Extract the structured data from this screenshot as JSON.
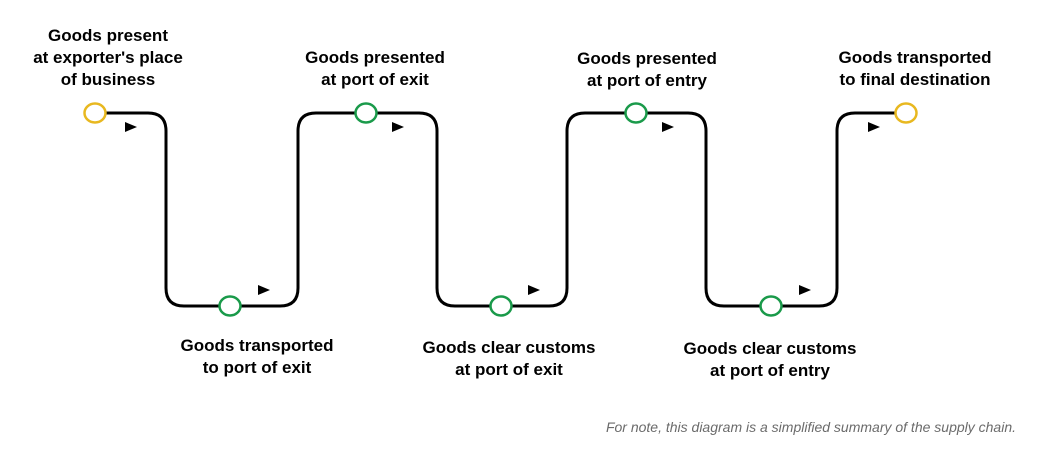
{
  "colors": {
    "path": "#000000",
    "endpoint": "#e8b820",
    "checkpoint": "#1a9a4a",
    "note": "#6b6b6b"
  },
  "stages": [
    {
      "lines": [
        "Goods present",
        "at exporter's place",
        "of business"
      ],
      "type": "endpoint"
    },
    {
      "lines": [
        "Goods transported",
        "to port of exit"
      ],
      "type": "checkpoint"
    },
    {
      "lines": [
        "Goods presented",
        "at port of exit"
      ],
      "type": "checkpoint"
    },
    {
      "lines": [
        "Goods clear customs",
        "at port of exit"
      ],
      "type": "checkpoint"
    },
    {
      "lines": [
        "Goods presented",
        "at port of entry"
      ],
      "type": "checkpoint"
    },
    {
      "lines": [
        "Goods clear customs",
        "at port of entry"
      ],
      "type": "checkpoint"
    },
    {
      "lines": [
        "Goods transported",
        "to final destination"
      ],
      "type": "endpoint"
    }
  ],
  "note": "For note, this diagram is a simplified summary of the supply chain."
}
